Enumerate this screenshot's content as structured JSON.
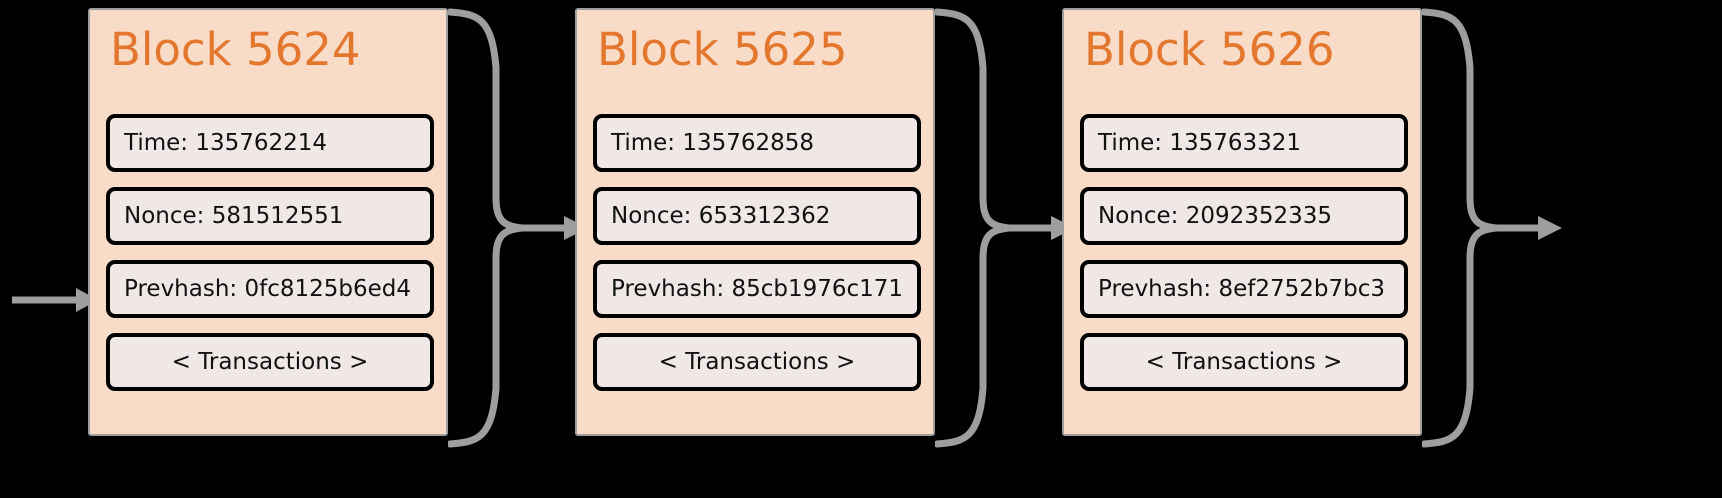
{
  "diagram": {
    "type": "blockchain-chain",
    "background_color": "#000000",
    "block_fill": "#f8dcc8",
    "block_border": "#9e9e9e",
    "field_fill": "#f0e8e6",
    "field_border": "#000000",
    "title_color": "#e4772e",
    "connector_color": "#9e9e9e",
    "field_labels": {
      "time": "Time:",
      "nonce": "Nonce:",
      "prevhash": "Prevhash:"
    },
    "transactions_label": "< Transactions >",
    "blocks": [
      {
        "title": "Block 5624",
        "time": "Time: 135762214",
        "nonce": "Nonce: 581512551",
        "prevhash": "Prevhash: 0fc8125b6ed4",
        "transactions": "< Transactions >",
        "time_value": "135762214",
        "nonce_value": "581512551",
        "prevhash_value": "0fc8125b6ed4",
        "height": "5624"
      },
      {
        "title": "Block 5625",
        "time": "Time: 135762858",
        "nonce": "Nonce: 653312362",
        "prevhash": "Prevhash: 85cb1976c171",
        "transactions": "< Transactions >",
        "time_value": "135762858",
        "nonce_value": "653312362",
        "prevhash_value": "85cb1976c171",
        "height": "5625"
      },
      {
        "title": "Block 5626",
        "time": "Time: 135763321",
        "nonce": "Nonce: 2092352335",
        "prevhash": "Prevhash: 8ef2752b7bc3",
        "transactions": "< Transactions >",
        "time_value": "135763321",
        "nonce_value": "2092352335",
        "prevhash_value": "8ef2752b7bc3",
        "height": "5626"
      }
    ]
  }
}
